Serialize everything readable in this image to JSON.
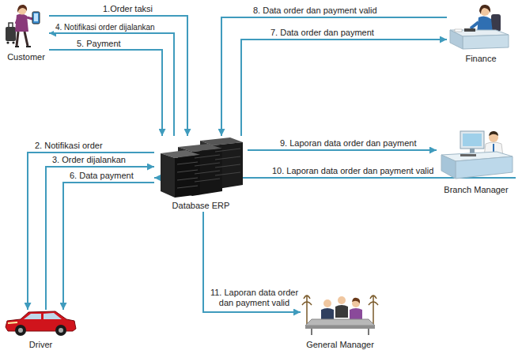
{
  "diagram": {
    "nodes": [
      {
        "text": [
          "Customer"
        ]
      },
      {
        "text": [
          "Finance"
        ]
      },
      {
        "text": [
          "Database ERP"
        ]
      },
      {
        "text": [
          "Branch Manager"
        ]
      },
      {
        "text": [
          "Driver"
        ]
      },
      {
        "text": [
          "General Manager"
        ]
      }
    ],
    "edges": [
      {
        "from": 0,
        "to": 2,
        "label": "1.Order taksi",
        "arrow": "to"
      },
      {
        "from": 2,
        "to": 4,
        "label": "2. Notifikasi order",
        "arrow": "to"
      },
      {
        "from": 4,
        "to": 2,
        "label": "3. Order dijalankan",
        "arrow": "to"
      },
      {
        "from": 2,
        "to": 0,
        "label": "4. Notifikasi order dijalankan",
        "arrow": "to"
      },
      {
        "from": 0,
        "to": 2,
        "label": "5. Payment",
        "arrow": "to"
      },
      {
        "from": 2,
        "to": 4,
        "label": "6. Data payment",
        "arrow": "to"
      },
      {
        "from": 2,
        "to": 1,
        "label": "7. Data order dan payment",
        "arrow": "to"
      },
      {
        "from": 1,
        "to": 2,
        "label": "8. Data order dan payment valid",
        "arrow": "to"
      },
      {
        "from": 2,
        "to": 3,
        "label": "9. Laporan data order dan payment",
        "arrow": "to"
      },
      {
        "from": 3,
        "to": 2,
        "label": "10. Laporan data order dan payment valid",
        "arrow": "to"
      },
      {
        "from": 2,
        "to": 5,
        "label": "11. Laporan data order dan payment valid",
        "arrow": "to"
      }
    ]
  }
}
